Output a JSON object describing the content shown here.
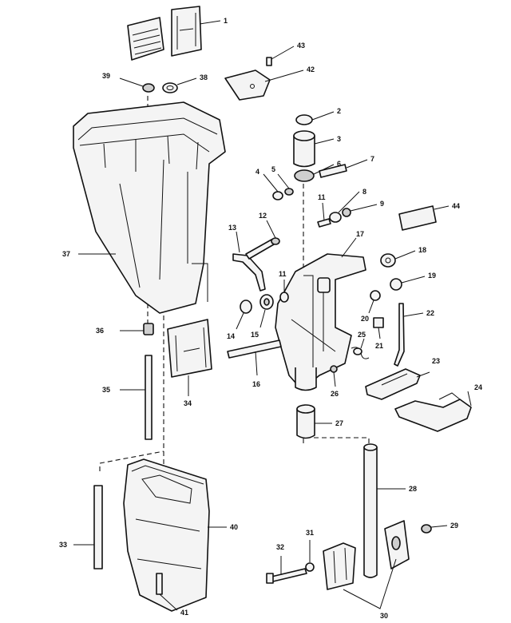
{
  "diagram": {
    "callouts": [
      "1",
      "2",
      "3",
      "4",
      "5",
      "6",
      "7",
      "8",
      "9",
      "11",
      "11",
      "12",
      "13",
      "14",
      "15",
      "16",
      "17",
      "18",
      "19",
      "20",
      "21",
      "22",
      "23",
      "24",
      "25",
      "26",
      "27",
      "28",
      "29",
      "30",
      "31",
      "32",
      "33",
      "34",
      "35",
      "36",
      "37",
      "38",
      "39",
      "40",
      "41",
      "42",
      "43",
      "44"
    ]
  }
}
